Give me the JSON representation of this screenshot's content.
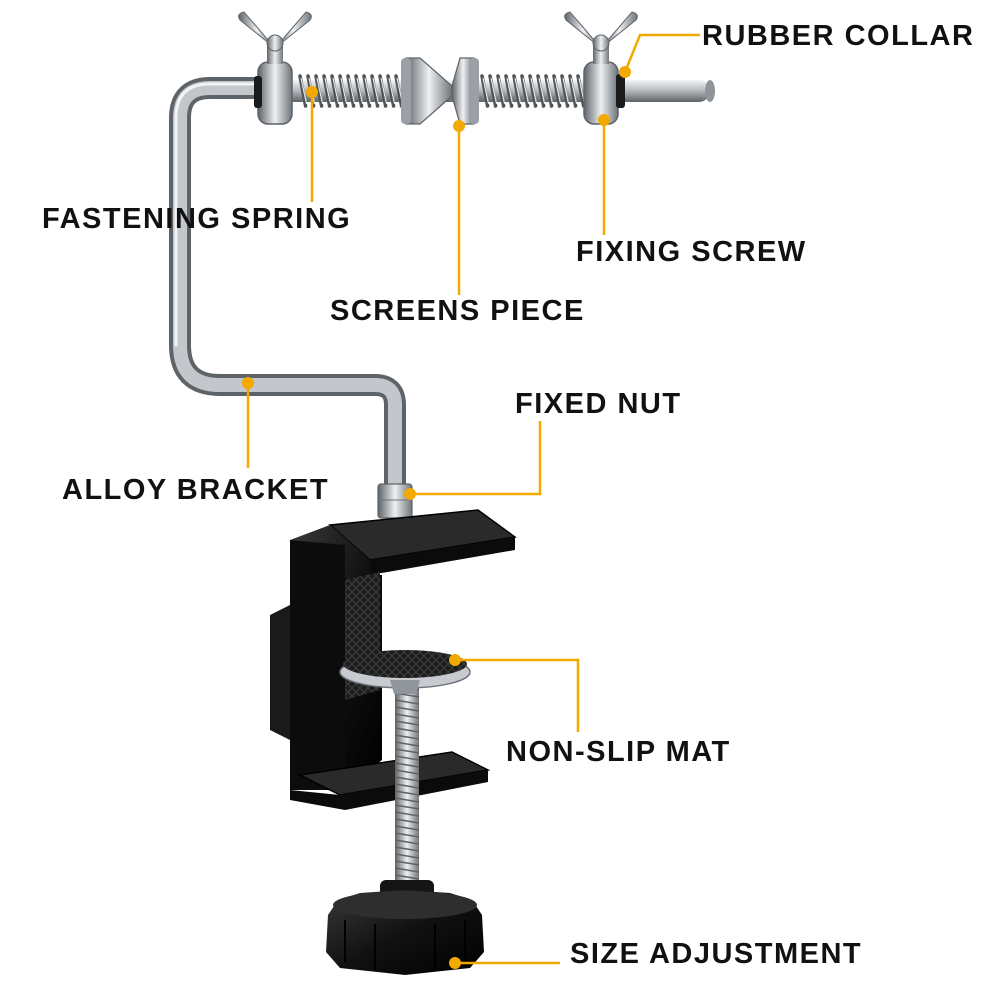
{
  "labels": {
    "rubber_collar": "RUBBER COLLAR",
    "fastening_spring": "FASTENING SPRING",
    "fixing_screw": "FIXING SCREW",
    "screens_piece": "SCREENS PIECE",
    "fixed_nut": "FIXED NUT",
    "alloy_bracket": "ALLOY BRACKET",
    "non_slip_mat": "NON-SLIP MAT",
    "size_adjustment": "SIZE ADJUSTMENT"
  },
  "colors": {
    "callout": "#F2A900",
    "steel": "#B9BEC2",
    "steel_dark": "#6E7479",
    "clamp": "#111111",
    "label_text": "#111111"
  }
}
